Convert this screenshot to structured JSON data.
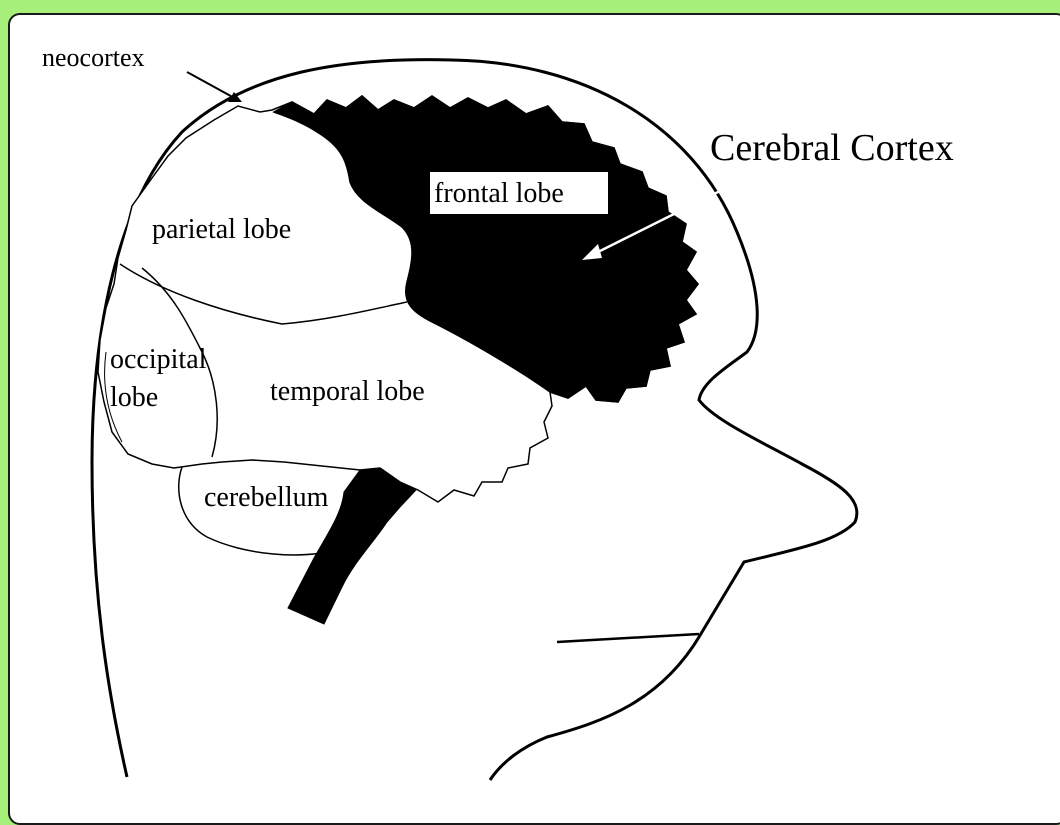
{
  "colors": {
    "page_background": "#a6ef7a",
    "panel_background": "#ffffff",
    "line": "#000000",
    "highlight_fill": "#000000"
  },
  "labels": {
    "neocortex": "neocortex",
    "cerebral_cortex": "Cerebral Cortex",
    "frontal_lobe": "frontal lobe",
    "parietal_lobe": "parietal lobe",
    "occipital_lobe_line1": "occipital",
    "occipital_lobe_line2": "lobe",
    "temporal_lobe": "temporal lobe",
    "cerebellum": "cerebellum"
  }
}
